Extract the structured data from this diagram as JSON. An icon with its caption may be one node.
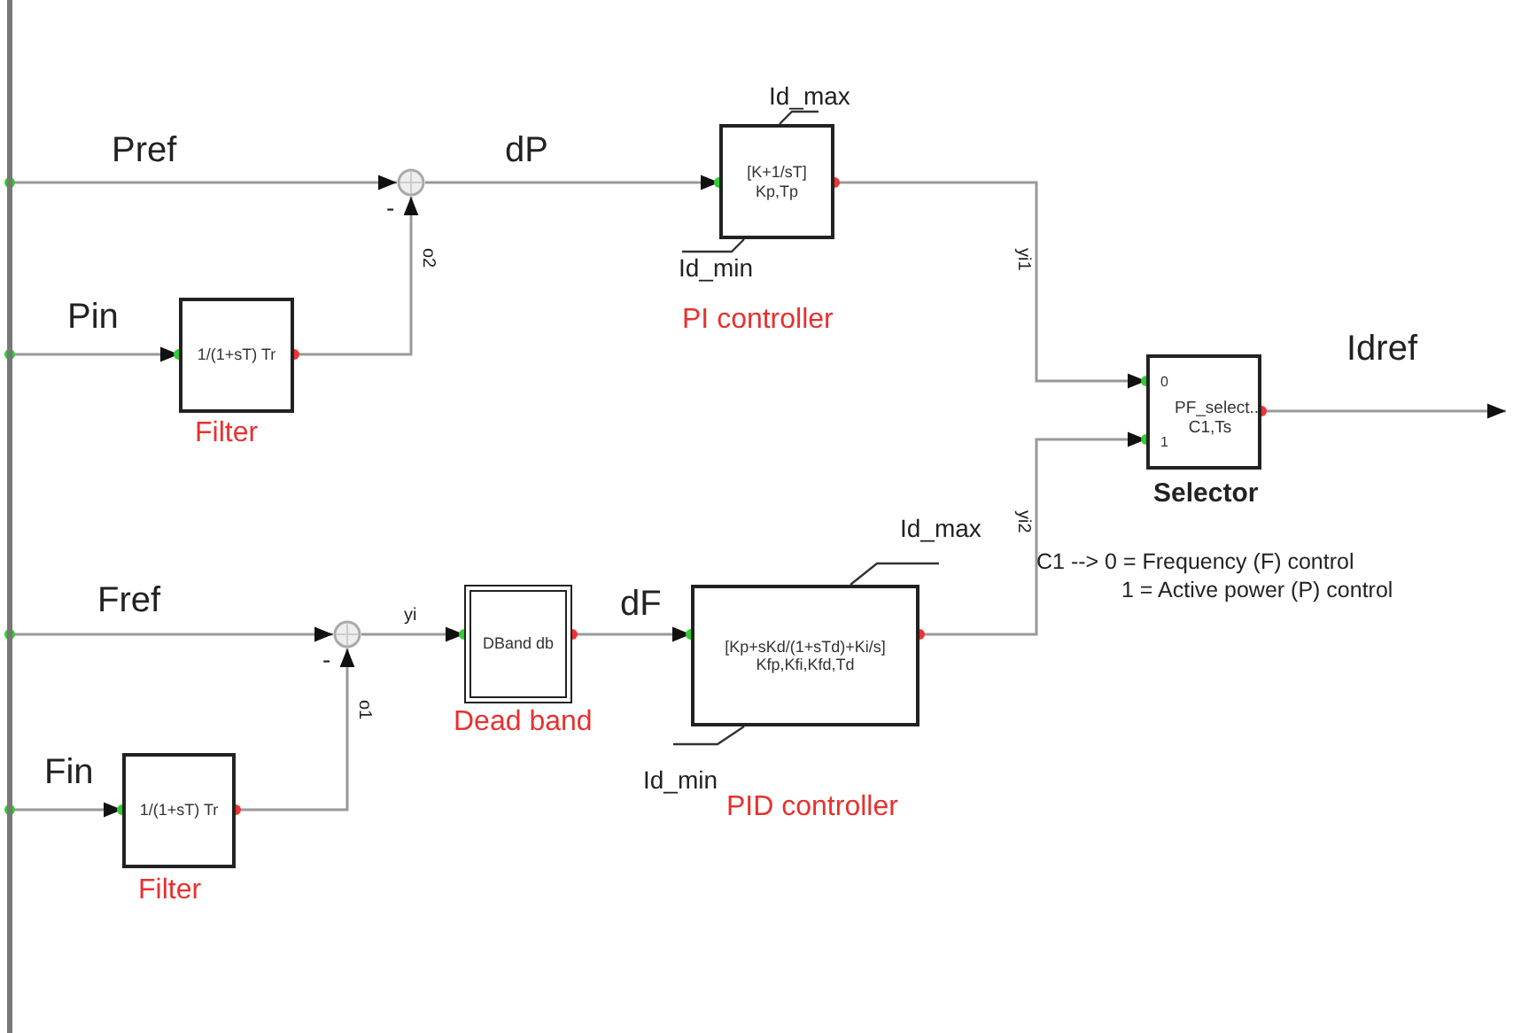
{
  "diagram": {
    "nodes": [
      {
        "text": [],
        "shape": "bar"
      },
      {
        "text": [],
        "shape": "circle"
      },
      {
        "text": [
          "[K+1/sT] Kp,Tp"
        ],
        "beside": [
          "Id_max",
          "Id_min",
          "PI controller"
        ]
      },
      {
        "text": [
          "1/(1+sT) Tr"
        ],
        "beside": [
          "Filter"
        ]
      },
      {
        "text": [],
        "shape": "circle"
      },
      {
        "text": [
          "DBand db"
        ],
        "beside": [
          "Dead band"
        ]
      },
      {
        "text": [
          "[Kp+sKd/(1+sTd)+Ki/s] Kfp,Kfi,Kfd,Td"
        ],
        "beside": [
          "Id_max",
          "Id_min",
          "PID controller"
        ]
      },
      {
        "text": [
          "1/(1+sT) Tr"
        ],
        "beside": [
          "Filter"
        ]
      },
      {
        "text": [
          "0",
          "PF_select.. C1,Ts",
          "1"
        ],
        "beside": [
          "Selector"
        ]
      }
    ],
    "edges": [
      {
        "from": 0,
        "to": 1,
        "arrow": "to",
        "label": "Pref"
      },
      {
        "from": 0,
        "to": 3,
        "arrow": "to",
        "label": "Pin"
      },
      {
        "from": 3,
        "to": 1,
        "arrow": "to",
        "label": "o2"
      },
      {
        "from": 1,
        "to": 2,
        "arrow": "to",
        "label": "dP"
      },
      {
        "from": 2,
        "to": 8,
        "arrow": "to",
        "label": "yi1"
      },
      {
        "from": 0,
        "to": 4,
        "arrow": "to",
        "label": "Fref"
      },
      {
        "from": 0,
        "to": 7,
        "arrow": "to",
        "label": "Fin"
      },
      {
        "from": 7,
        "to": 4,
        "arrow": "to",
        "label": "o1"
      },
      {
        "from": 4,
        "to": 5,
        "arrow": "to",
        "label": "yi"
      },
      {
        "from": 5,
        "to": 6,
        "arrow": "to",
        "label": "dF"
      },
      {
        "from": 6,
        "to": 8,
        "arrow": "to",
        "label": "yi2"
      },
      {
        "from": 8,
        "to": null,
        "arrow": "to",
        "label": "Idref"
      }
    ],
    "labels": [
      "-",
      "-",
      "C1 --> 0 = Frequency (F) control",
      "1 = Active power (P) control"
    ]
  }
}
